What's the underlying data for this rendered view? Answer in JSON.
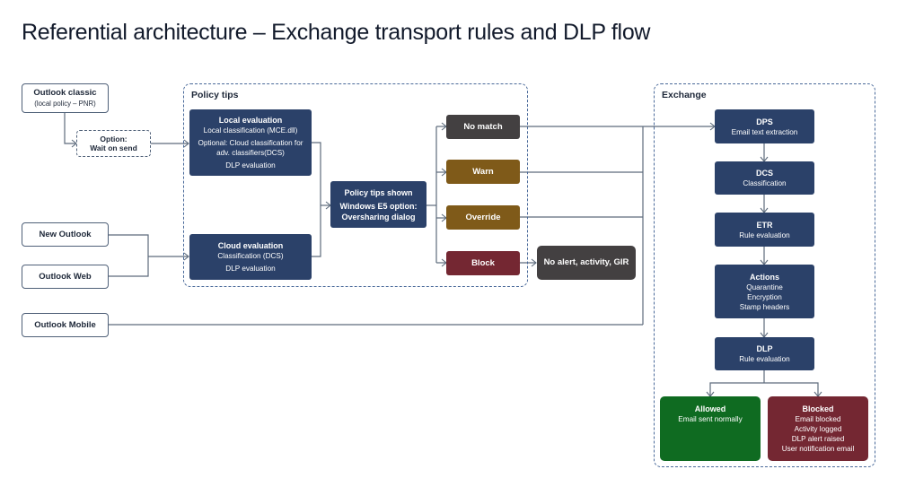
{
  "title": "Referential architecture – Exchange transport rules and DLP flow",
  "groups": {
    "policy_tips": {
      "label": "Policy tips"
    },
    "exchange": {
      "label": "Exchange"
    }
  },
  "clients": {
    "outlook_classic": {
      "title": "Outlook classic",
      "subtitle": "(local policy – PNR)"
    },
    "wait_option": {
      "line1": "Option:",
      "line2": "Wait on send"
    },
    "new_outlook": {
      "title": "New Outlook"
    },
    "outlook_web": {
      "title": "Outlook Web"
    },
    "outlook_mobile": {
      "title": "Outlook Mobile"
    }
  },
  "policy_tips": {
    "local_evaluation": {
      "title": "Local evaluation",
      "lines": [
        "Local classification (MCE.dll)",
        "Optional: Cloud classification for",
        "adv. classifiers(DCS)",
        "DLP evaluation"
      ]
    },
    "cloud_evaluation": {
      "title": "Cloud evaluation",
      "lines": [
        "Classification (DCS)",
        "DLP evaluation"
      ]
    },
    "policy_tips_shown": {
      "title": "Policy tips shown",
      "lines": [
        "Windows E5 option:",
        "Oversharing dialog"
      ]
    }
  },
  "outcomes": {
    "no_match": {
      "label": "No match",
      "color": "#434041"
    },
    "warn": {
      "label": "Warn",
      "color": "#7f5a19"
    },
    "override": {
      "label": "Override",
      "color": "#7f5a19"
    },
    "block": {
      "label": "Block",
      "color": "#742732"
    },
    "block_result": {
      "label": "No alert, activity, GIR",
      "color": "#434041"
    }
  },
  "exchange": {
    "dps": {
      "title": "DPS",
      "lines": [
        "Email text extraction"
      ]
    },
    "dcs": {
      "title": "DCS",
      "lines": [
        "Classification"
      ]
    },
    "etr": {
      "title": "ETR",
      "lines": [
        "Rule evaluation"
      ]
    },
    "actions": {
      "title": "Actions",
      "lines": [
        "Quarantine",
        "Encryption",
        "Stamp headers"
      ]
    },
    "dlp": {
      "title": "DLP",
      "lines": [
        "Rule evaluation"
      ]
    },
    "allowed": {
      "title": "Allowed",
      "lines": [
        "Email sent normally"
      ],
      "color": "#0f6b21"
    },
    "blocked": {
      "title": "Blocked",
      "lines": [
        "Email blocked",
        "Activity logged",
        "DLP alert raised",
        "User notification email"
      ],
      "color": "#742732"
    }
  },
  "colors": {
    "navy": "#2b4169",
    "connector": "#5d6b7c",
    "group_border": "#4a6a9a"
  }
}
